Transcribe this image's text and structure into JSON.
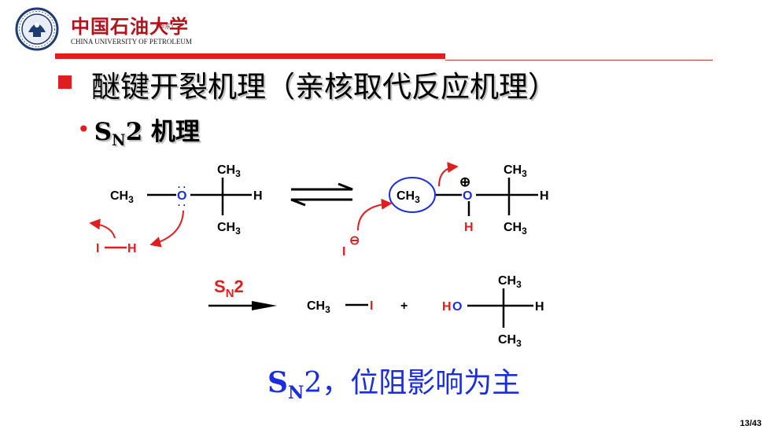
{
  "header": {
    "university_cn": "中国石油大学",
    "university_campus": "(华东)",
    "university_en": "CHINA UNIVERSITY OF PETROLEUM"
  },
  "slide": {
    "title": "醚键开裂机理（亲核取代反应机理）",
    "subtitle_main": "S",
    "subtitle_sub": "N",
    "subtitle_rest": "2 机理",
    "page": "13/43"
  },
  "scheme": {
    "ch3": "CH",
    "three": "3",
    "h": "H",
    "o": "O",
    "i": "I",
    "plus": "+",
    "ho": "H",
    "sn_s": "S",
    "sn_n": "N",
    "sn_2": "2",
    "minus": "⊖",
    "oplus": "⊕"
  },
  "conclusion": {
    "s": "S",
    "n": "N",
    "rest": "2，位阻影响为主"
  },
  "colors": {
    "red": "#e01e1e",
    "blue": "#1a2ee0",
    "black": "#000000"
  }
}
